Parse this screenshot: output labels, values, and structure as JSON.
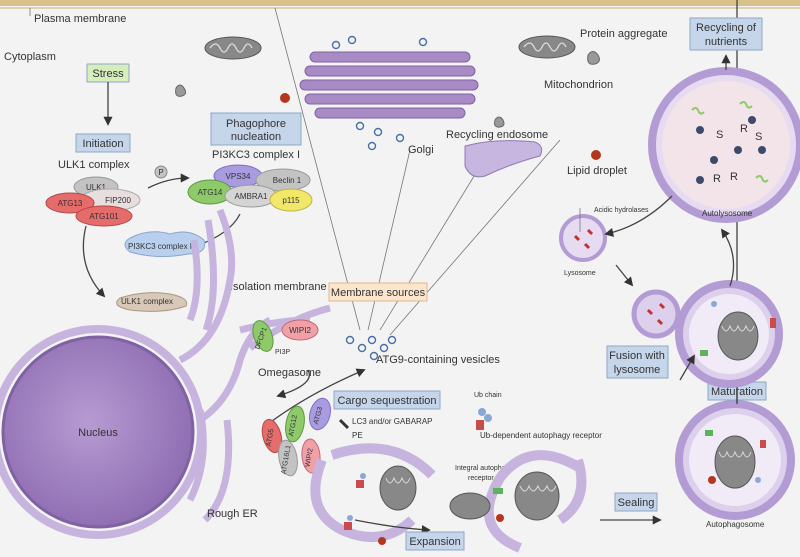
{
  "labels": {
    "plasma_membrane": "Plasma membrane",
    "cytoplasm": "Cytoplasm",
    "stress": "Stress",
    "initiation": "Initiation",
    "ulk1_complex_title": "ULK1 complex",
    "phagophore_nucleation": [
      "Phagophore",
      "nucleation"
    ],
    "pi3kc3_complex_title": "PI3KC3 complex I",
    "golgi": "Golgi",
    "recycling_endosome": "Recycling endosome",
    "protein_aggregate": "Protein aggregate",
    "mitochondrion": "Mitochondrion",
    "lipid_droplet": "Lipid droplet",
    "recycling_of_nutrients": [
      "Recycling of",
      "nutrients"
    ],
    "autolysosome": "Autolysosome",
    "acidic_hydrolases": "Acidic hydrolases",
    "lysosome": "Lysosome",
    "isolation_membrane": "Isolation membrane",
    "membrane_sources": "Membrane sources",
    "atg9_vesicles": "ATG9-containing vesicles",
    "omegasome": "Omegasome",
    "cargo_sequestration": "Cargo sequestration",
    "lc3_gabarap": "LC3 and/or GABARAP",
    "pe": "PE",
    "ub_chain": "Ub chain",
    "ub_receptor": "Ub-dependent autophagy receptor",
    "integral_receptor": [
      "Integral autophagy",
      "receptor"
    ],
    "nucleus": "Nucleus",
    "rough_er": "Rough ER",
    "expansion": "Expansion",
    "sealing": "Sealing",
    "autophagosome": "Autophagosome",
    "maturation": "Maturation",
    "fusion_with_lysosome": [
      "Fusion with",
      "lysosome"
    ],
    "pi3kc3_complex_i_blob": "PI3KC3 complex I",
    "ulk1_complex_blob": "ULK1 complex",
    "ptdins3p": "PI3P",
    "p_mark": "P"
  },
  "proteins": {
    "ulk1": "ULK1",
    "fip200": "FIP200",
    "atg13": "ATG13",
    "atg101": "ATG101",
    "vps34": "VPS34",
    "beclin1": "Beclin 1",
    "atg14": "ATG14",
    "ambra1": "AMBRA1",
    "p115": "p115",
    "dfcp1": "DFCP1",
    "wipi2_top": "WIPI2",
    "atg5": "ATG5",
    "atg12": "ATG12",
    "atg3": "ATG3",
    "atg16l1": "ATG16L1",
    "wipi2_bottom": "WIPI2"
  },
  "colors": {
    "blue_box": "#c5d5ea",
    "green_box": "#d6eebc",
    "orange_box": "#fbe5cc",
    "nucleus": "#a88bc4",
    "membrane": "#b9a7d6",
    "red_protein": "#e66b6b",
    "green_protein": "#8ec96a",
    "purple_protein": "#a89be0",
    "yellow_protein": "#f1e86a",
    "gray_protein": "#c3c3c3"
  }
}
